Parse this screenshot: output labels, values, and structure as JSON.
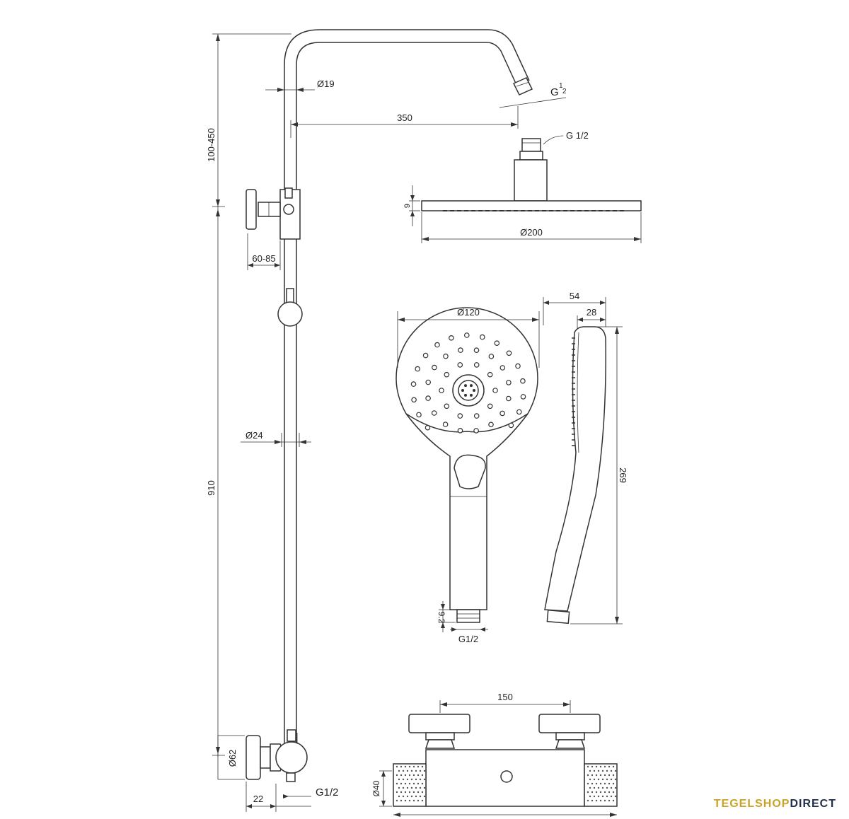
{
  "dimensions": {
    "riser_height_adjust": "100-450",
    "pipe_diameter": "Ø19",
    "arm_length": "350",
    "arm_thread": "G",
    "arm_thread_frac_num": "1",
    "arm_thread_frac_den": "2",
    "head_thread": "G 1/2",
    "head_thickness": "9",
    "head_diameter": "Ø200",
    "holder_offset": "60-85",
    "rail_diameter": "Ø24",
    "rail_height": "910",
    "handshower_diameter": "Ø120",
    "handshower_depth": "54",
    "handshower_head_depth": "28",
    "handshower_length": "269",
    "handshower_connector": "9.2",
    "handshower_thread": "G1/2",
    "mixer_center": "150",
    "mixer_body_diameter": "Ø40",
    "wall_flange_diameter": "Ø62",
    "outlet_offset": "22",
    "outlet_thread": "G1/2",
    "mixer_width_cut": "???"
  },
  "brand": {
    "part1": "TEGELSHOP",
    "part2": "DIRECT",
    "accent_color": "#c9a227",
    "dark_color": "#1f2e4a"
  }
}
